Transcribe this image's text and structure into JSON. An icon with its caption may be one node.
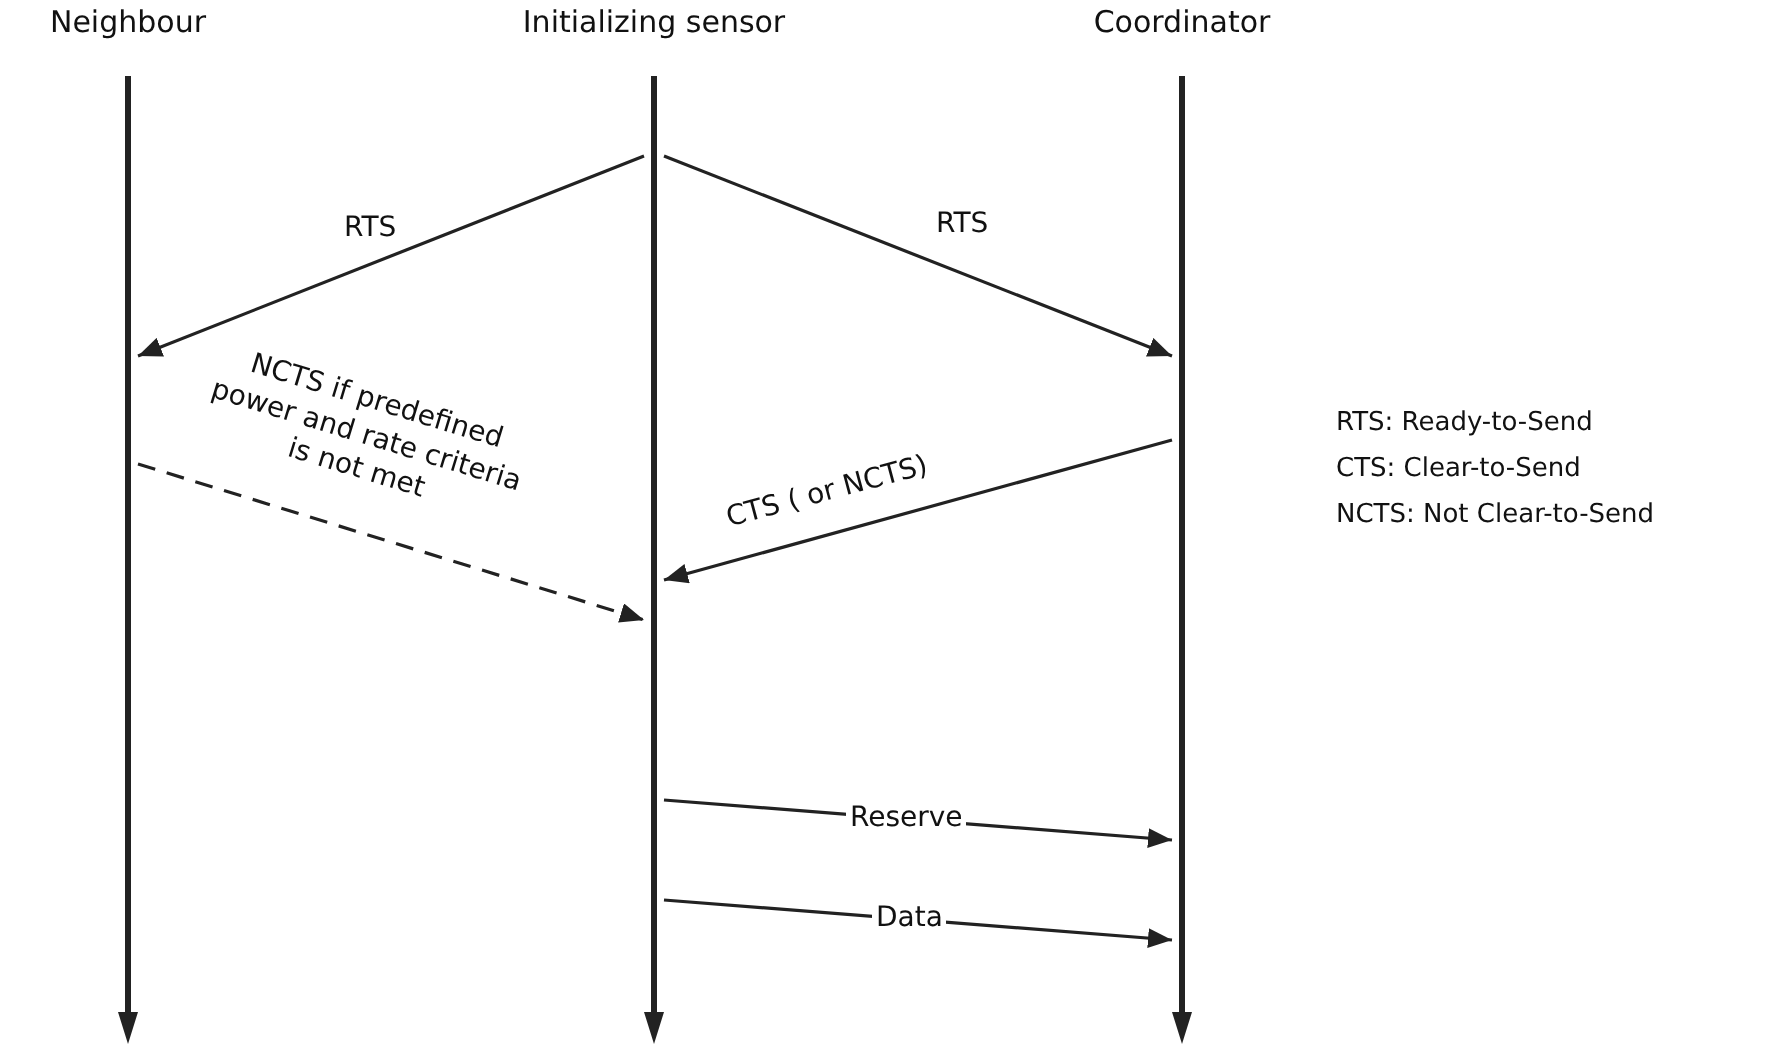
{
  "diagram": {
    "nodes": [
      {
        "text": [],
        "shape": "bar",
        "beside": [
          "Neighbour"
        ]
      },
      {
        "text": [],
        "shape": "bar",
        "beside": [
          "Initializing sensor"
        ]
      },
      {
        "text": [],
        "shape": "bar",
        "beside": [
          "Coordinator"
        ]
      }
    ],
    "edges": [
      {
        "from": 1,
        "to": 0,
        "arrow": "to",
        "label": "RTS"
      },
      {
        "from": 1,
        "to": 2,
        "arrow": "to",
        "label": "RTS"
      },
      {
        "from": 2,
        "to": 1,
        "arrow": "to",
        "label": "CTS ( or NCTS)"
      },
      {
        "from": 0,
        "to": 1,
        "arrow": "to",
        "label": "NCTS if predefined power and rate criteria is not met",
        "style": "dashed"
      },
      {
        "from": 1,
        "to": 2,
        "arrow": "to",
        "label": "Reserve"
      },
      {
        "from": 1,
        "to": 2,
        "arrow": "to",
        "label": "Data"
      }
    ],
    "labels": [
      "RTS: Ready-to-Send",
      "CTS: Clear-to-Send",
      "NCTS: Not Clear-to-Send"
    ]
  }
}
